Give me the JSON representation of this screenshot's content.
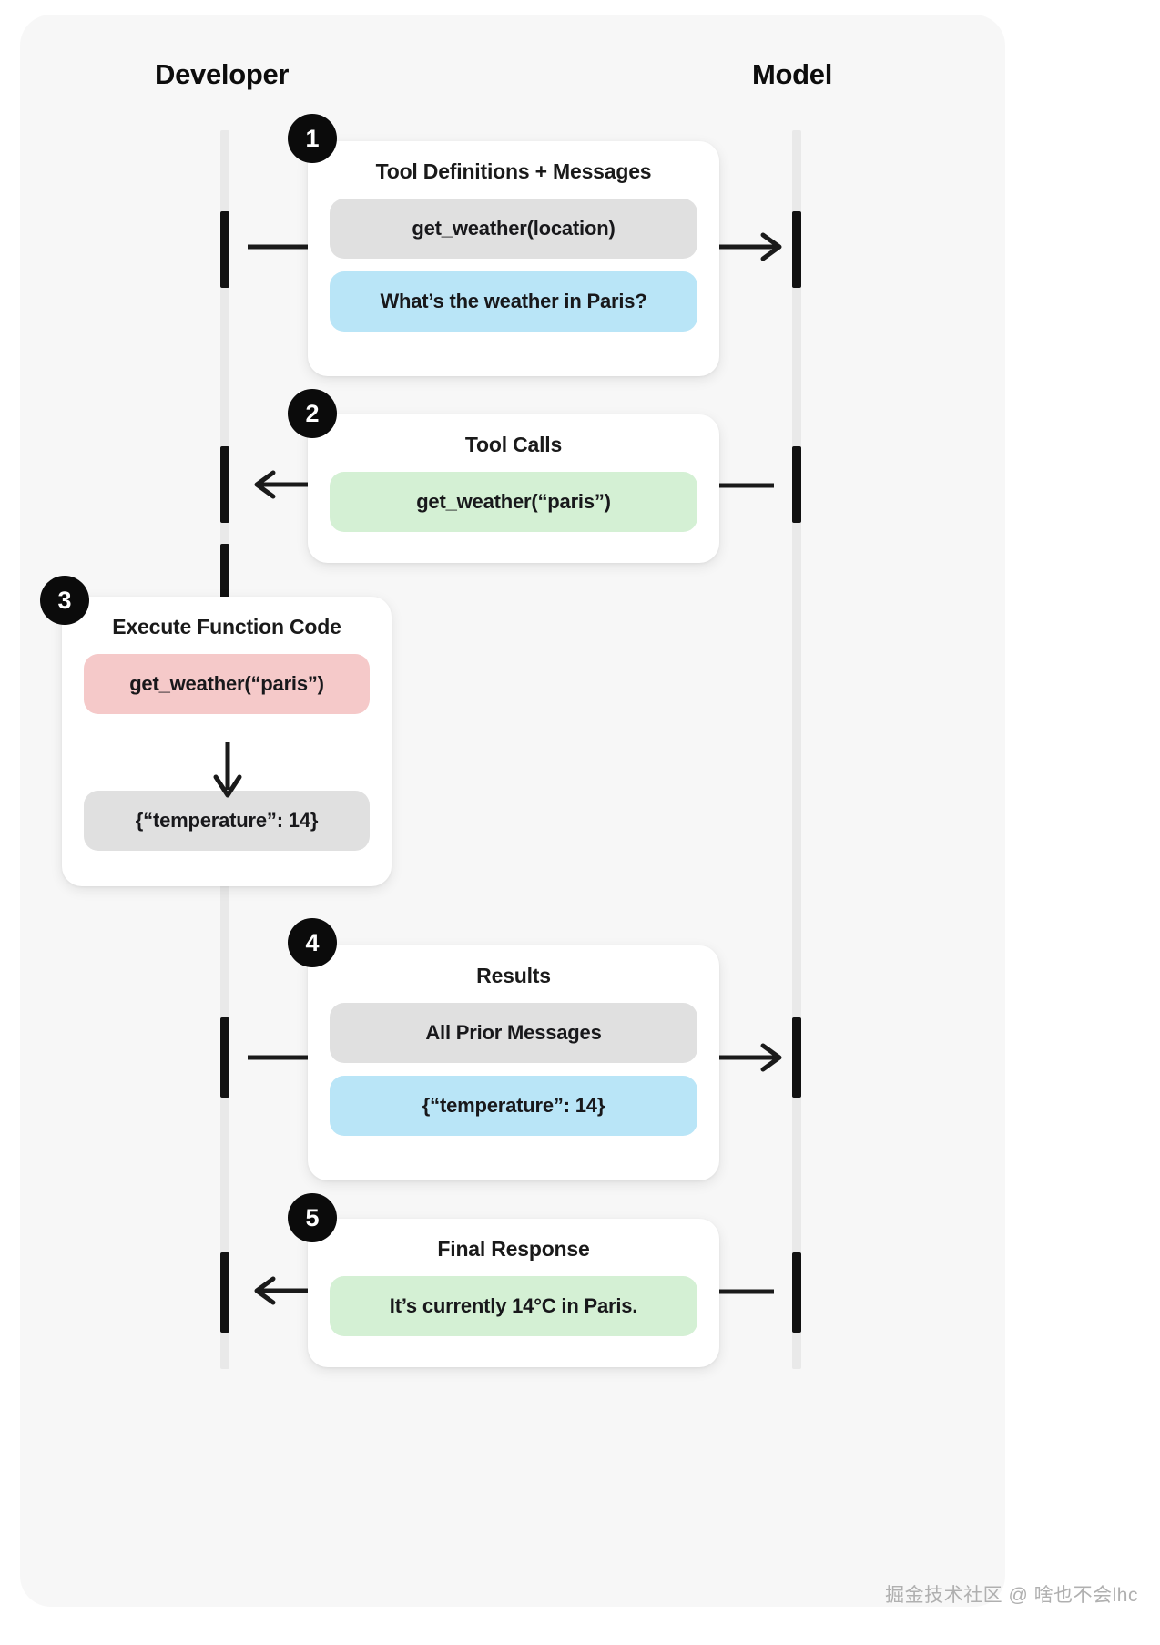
{
  "headers": {
    "developer": "Developer",
    "model": "Model"
  },
  "steps": [
    {
      "number": "1",
      "title": "Tool Definitions + Messages",
      "bubbles": [
        {
          "text": "get_weather(location)",
          "color": "gray"
        },
        {
          "text": "What’s the weather in Paris?",
          "color": "blue"
        }
      ],
      "direction": "right"
    },
    {
      "number": "2",
      "title": "Tool Calls",
      "bubbles": [
        {
          "text": "get_weather(“paris”)",
          "color": "green"
        }
      ],
      "direction": "left"
    },
    {
      "number": "3",
      "title": "Execute Function Code",
      "bubbles": [
        {
          "text": "get_weather(“paris”)",
          "color": "red"
        },
        {
          "text": "{“temperature”: 14}",
          "color": "gray"
        }
      ],
      "direction": "self"
    },
    {
      "number": "4",
      "title": "Results",
      "bubbles": [
        {
          "text": "All Prior Messages",
          "color": "gray"
        },
        {
          "text": "{“temperature”: 14}",
          "color": "blue"
        }
      ],
      "direction": "right"
    },
    {
      "number": "5",
      "title": "Final Response",
      "bubbles": [
        {
          "text": "It’s currently 14°C in Paris.",
          "color": "green"
        }
      ],
      "direction": "left"
    }
  ],
  "watermark": "掘金技术社区 @ 啥也不会lhc",
  "colors": {
    "background": "#f7f7f7",
    "card": "#ffffff",
    "lifeline": "#e9e9e9",
    "activation": "#111111",
    "badge": "#0b0b0b",
    "bubble_gray": "#e0e0e0",
    "bubble_blue": "#b9e5f7",
    "bubble_green": "#d4f0d4",
    "bubble_red": "#f5c9c9",
    "text": "#1a1a1a"
  }
}
